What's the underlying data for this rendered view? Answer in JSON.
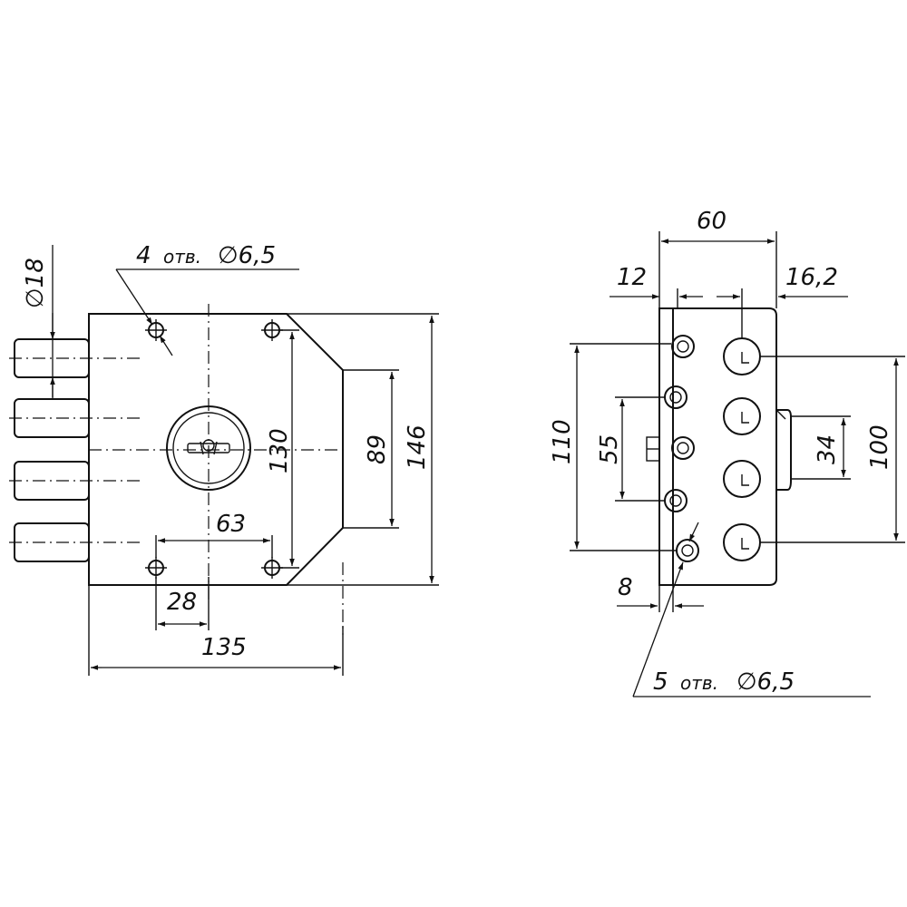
{
  "front_view": {
    "bolt_diameter": "∅18",
    "holes_note_count": "4",
    "holes_note_unit": "отв.",
    "holes_note_diameter": "∅6,5",
    "dim_width": "135",
    "dim_height": "146",
    "dim_inner_height": "130",
    "dim_strike": "89",
    "dim_holes_spacing": "63",
    "dim_holes_offset": "28"
  },
  "side_view": {
    "dim_depth": "60",
    "dim_plate_offset": "12",
    "dim_bolt_offset": "16,2",
    "dim_holes_span": "110",
    "dim_holes_mid": "55",
    "dim_bolts_span": "100",
    "dim_latch": "34",
    "dim_edge": "8",
    "holes_note_count": "5",
    "holes_note_unit": "отв.",
    "holes_note_diameter": "∅6,5"
  }
}
